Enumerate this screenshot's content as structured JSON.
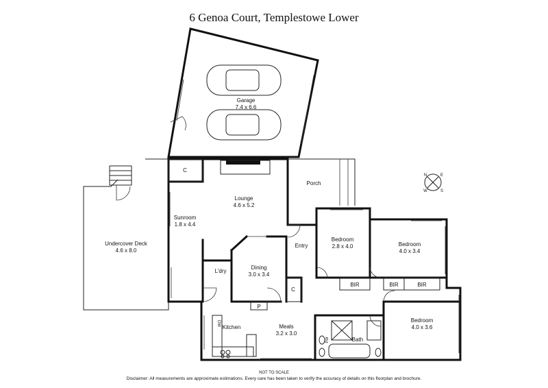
{
  "title": "6 Genoa Court, Templestowe Lower",
  "rooms": {
    "garage": {
      "name": "Garage",
      "size": "7.4 x 6.6"
    },
    "undercover_deck": {
      "name": "Undercover Deck",
      "size": "4.6 x 8.0"
    },
    "sunroom": {
      "name": "Sunroom",
      "size": "1.8 x 4.4"
    },
    "lounge": {
      "name": "Lounge",
      "size": "4.6 x 5.2"
    },
    "porch": {
      "name": "Porch"
    },
    "entry": {
      "name": "Entry"
    },
    "bedroom1": {
      "name": "Bedroom",
      "size": "2.8 x 4.0"
    },
    "bedroom2": {
      "name": "Bedroom",
      "size": "4.0 x 3.4"
    },
    "bedroom3": {
      "name": "Bedroom",
      "size": "4.0 x 3.6"
    },
    "dining": {
      "name": "Dining",
      "size": "3.0 x 3.4"
    },
    "laundry": {
      "name": "L'dry"
    },
    "kitchen": {
      "name": "Kitchen"
    },
    "meals": {
      "name": "Meals",
      "size": "3.2 x 3.0"
    },
    "bath": {
      "name": "Bath"
    }
  },
  "marks": {
    "cupboard_lounge": "C",
    "cupboard_entry": "C",
    "pantry": "P",
    "bir1": "BIR",
    "bir2": "BIR",
    "bir3": "BIR",
    "powder": "Pdr",
    "dishwasher": "DW"
  },
  "compass": {
    "n": "N",
    "e": "E",
    "s": "S",
    "w": "W"
  },
  "footer": {
    "scale": "NOT TO SCALE",
    "disclaimer": "Disclaimer: All measurements are approximate estimations. Every care has been taken to verify the accuracy of details on this floorplan and brochure."
  }
}
